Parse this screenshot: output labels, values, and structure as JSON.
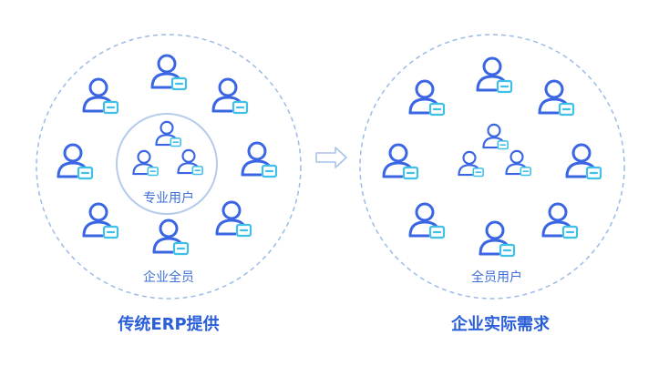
{
  "labels": {
    "inner_circle": "专业用户",
    "left_circle": "企业全员",
    "right_circle": "全员用户",
    "left_caption": "传统ERP提供",
    "right_caption": "企业实际需求"
  },
  "colors": {
    "user_stroke": "#3a66e3",
    "badge_stroke": "#3fc0e8",
    "circle_stroke": "#9cbbe8",
    "inner_circle_stroke": "#b5cbec",
    "arrow_stroke": "#a9c4ea",
    "label_text": "#3d6fd8",
    "caption_text": "#2b5fd9"
  },
  "icons": {
    "user": "user-with-badge-icon",
    "arrow": "right-arrow-icon"
  }
}
